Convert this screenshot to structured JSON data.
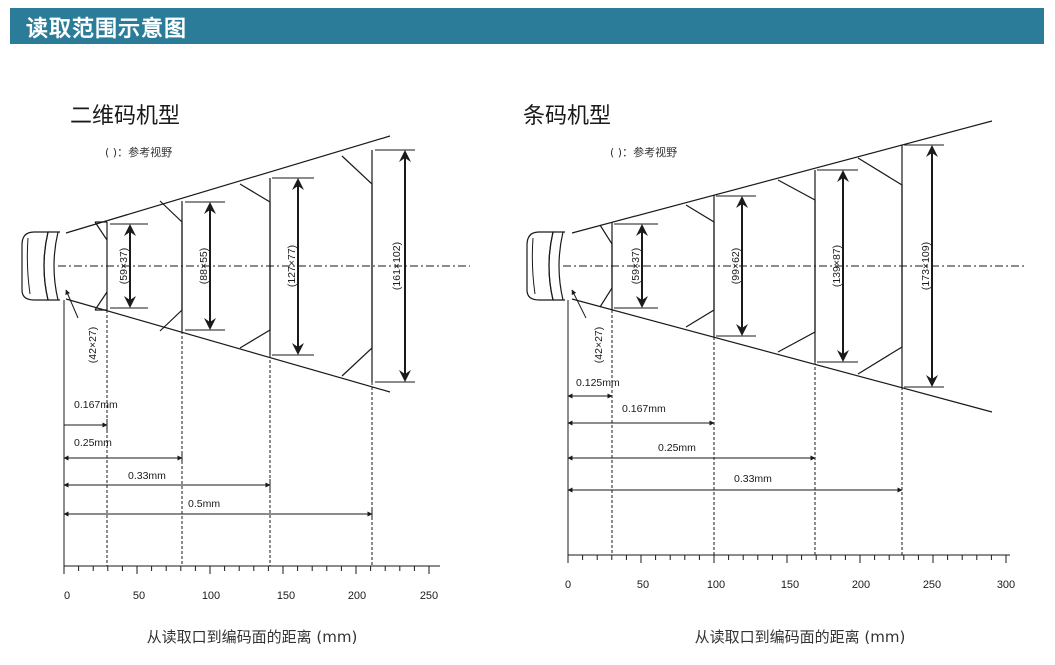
{
  "header": {
    "title": "读取范围示意图",
    "bar_color": "#2a7c99"
  },
  "panels": [
    {
      "title": "二维码机型",
      "note": "( )：参考视野",
      "caption": "从读取口到编码面的距离 (mm)",
      "axis_ticks": [
        "0",
        "50",
        "100",
        "150",
        "200",
        "250"
      ],
      "min_field": "(42×27)",
      "fields": [
        "(59×37)",
        "(88×55)",
        "(127×77)",
        "(161×102)"
      ],
      "resolutions": [
        "0.167mm",
        "0.25mm",
        "0.33mm",
        "0.5mm"
      ]
    },
    {
      "title": "条码机型",
      "note": "( )：参考视野",
      "caption": "从读取口到编码面的距离 (mm)",
      "axis_ticks": [
        "0",
        "50",
        "100",
        "150",
        "200",
        "250",
        "300"
      ],
      "min_field": "(42×27)",
      "fields": [
        "(59×37)",
        "(99×62)",
        "(139×87)",
        "(173×109)"
      ],
      "resolutions": [
        "0.125mm",
        "0.167mm",
        "0.25mm",
        "0.33mm"
      ]
    }
  ]
}
